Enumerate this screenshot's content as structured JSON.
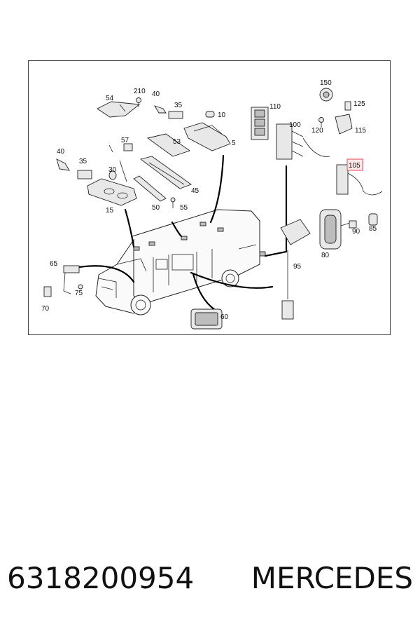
{
  "labels": {
    "l5": "5",
    "l10": "10",
    "l15": "15",
    "l30": "30",
    "l35a": "35",
    "l35b": "35",
    "l40a": "40",
    "l40b": "40",
    "l45": "45",
    "l50": "50",
    "l53": "53",
    "l54": "54",
    "l55": "55",
    "l57": "57",
    "l60": "60",
    "l65": "65",
    "l70": "70",
    "l75": "75",
    "l80": "80",
    "l85": "85",
    "l90": "90",
    "l95": "95",
    "l100": "100",
    "l105": "105",
    "l110": "110",
    "l115": "115",
    "l120": "120",
    "l125": "125",
    "l150": "150",
    "l210": "210"
  },
  "highlight": {
    "label": "105",
    "color": "#e0475b"
  },
  "caption": {
    "part_number": "6318200954",
    "brand": "MERCEDES"
  }
}
